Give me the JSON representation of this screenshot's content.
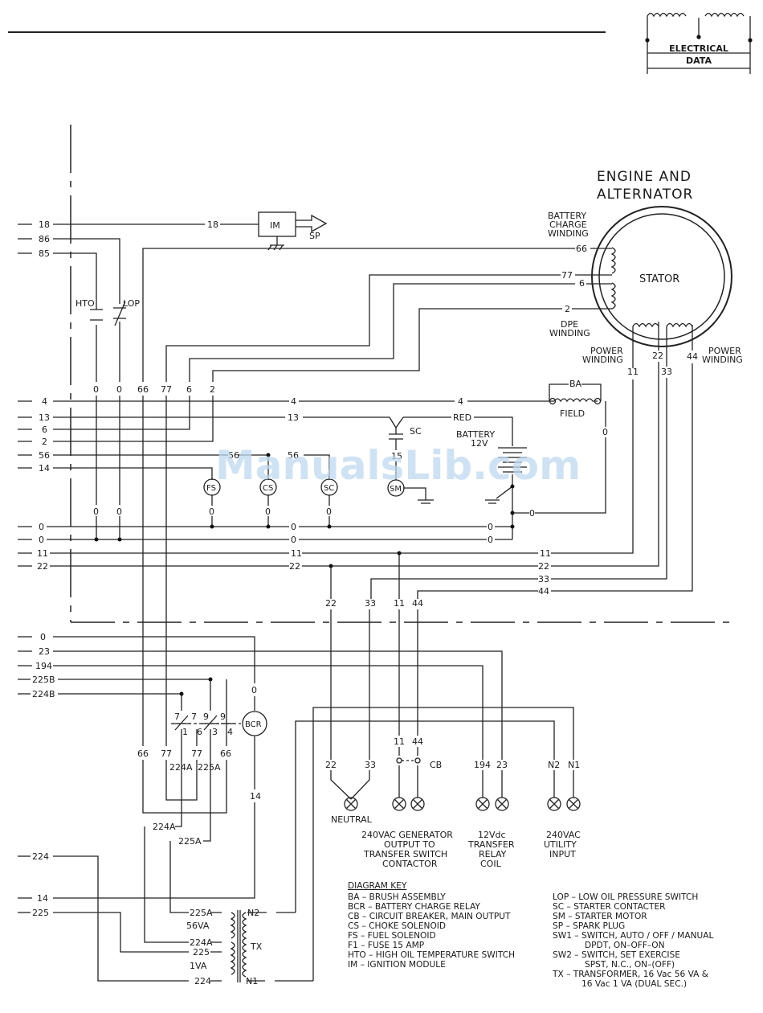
{
  "header_badge": {
    "line1": "ELECTRICAL",
    "line2": "DATA"
  },
  "watermark": "ManualsLib.com",
  "engine_title": {
    "line1": "ENGINE AND",
    "line2": "ALTERNATOR"
  },
  "stator_label": "STATOR",
  "labels": {
    "battery_charge_winding": [
      "BATTERY",
      "CHARGE",
      "WINDING"
    ],
    "dpe_winding": [
      "DPE",
      "WINDING"
    ],
    "power_winding_left": [
      "POWER",
      "WINDING"
    ],
    "power_winding_right": [
      "POWER",
      "WINDING"
    ],
    "field": "FIELD",
    "ba": "BA",
    "battery": [
      "BATTERY",
      "12V"
    ],
    "red": "RED",
    "sp": "SP",
    "cb": "CB",
    "tx": "TX",
    "va56": "56VA",
    "va1": "1VA"
  },
  "components": {
    "im": "IM",
    "fs": "FS",
    "cs": "CS",
    "sc": "SC",
    "sm": "SM",
    "bcr": "BCR",
    "hto": "HTO",
    "lop": "LOP",
    "sc_label": "SC"
  },
  "left_wire_labels": [
    "18",
    "86",
    "85",
    "4",
    "13",
    "6",
    "2",
    "56",
    "14",
    "0",
    "0",
    "11",
    "22",
    "0",
    "23",
    "194",
    "225B",
    "224B",
    "224",
    "14",
    "225"
  ],
  "wire_numbers": {
    "w18": "18",
    "w66": "66",
    "w77": "77",
    "w6": "6",
    "w2": "2",
    "w4": "4",
    "w13": "13",
    "w56": "56",
    "w0": "0",
    "w11": "11",
    "w22": "22",
    "w33": "33",
    "w44": "44",
    "w23": "23",
    "w194": "194",
    "w224A": "224A",
    "w225A": "225A",
    "w225": "225",
    "w224": "224",
    "w14": "14",
    "wN1": "N1",
    "wN2": "N2",
    "w15": "15",
    "w7": "7",
    "w9": "9",
    "w1": "1",
    "w3": "3"
  },
  "outputs": {
    "neutral": "NEUTRAL",
    "gen_output": [
      "240VAC GENERATOR",
      "OUTPUT TO",
      "TRANSFER SWITCH",
      "CONTACTOR"
    ],
    "relay_coil": [
      "12Vdc",
      "TRANSFER",
      "RELAY",
      "COIL"
    ],
    "utility_input": [
      "240VAC",
      "UTILITY",
      "INPUT"
    ]
  },
  "diagram_key": {
    "title": "DIAGRAM KEY",
    "left": [
      "BA – BRUSH ASSEMBLY",
      "BCR – BATTERY CHARGE RELAY",
      "CB – CIRCUIT BREAKER, MAIN OUTPUT",
      "CS – CHOKE SOLENOID",
      "FS – FUEL SOLENOID",
      "F1 – FUSE 15 AMP",
      "HTO – HIGH OIL TEMPERATURE SWITCH",
      "IM – IGNITION MODULE"
    ],
    "right": [
      "LOP – LOW OIL PRESSURE SWITCH",
      "SC – STARTER CONTACTER",
      "SM – STARTER MOTOR",
      "SP – SPARK PLUG",
      "SW1 – SWITCH, AUTO / OFF / MANUAL",
      "DPDT, ON–OFF–ON",
      "SW2 – SWITCH, SET EXERCISE",
      "SPST, N.C., ON–(OFF)",
      "TX – TRANSFORMER, 16 Vac 56 VA &",
      "16 Vac 1 VA (DUAL SEC.)"
    ]
  }
}
